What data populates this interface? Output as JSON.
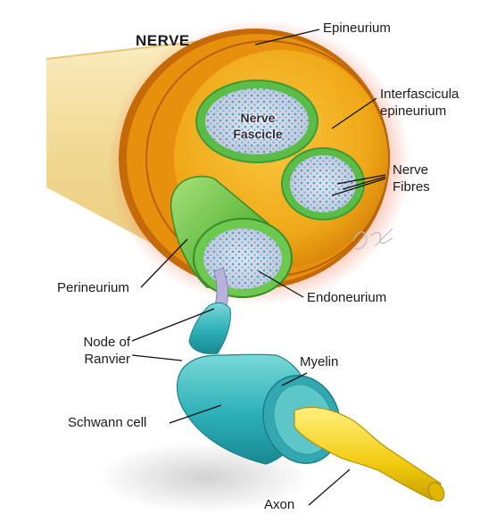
{
  "title": "NERVE",
  "labels": {
    "epineurium": "Epineurium",
    "interfascicular": [
      "Interfascicula",
      "epineurium"
    ],
    "nerve_fascicle": [
      "Nerve",
      "Fascicle"
    ],
    "nerve_fibres": [
      "Nerve",
      "Fibres"
    ],
    "perineurium": "Perineurium",
    "endoneurium": "Endoneurium",
    "node_of_ranvier": [
      "Node of",
      "Ranvier"
    ],
    "myelin": "Myelin",
    "schwann_cell": "Schwann cell",
    "axon": "Axon"
  },
  "colors": {
    "nerve_body": "#f0d890",
    "epineurium": "#f2b224",
    "epineurium_dark": "#d68a10",
    "perineurium": "#7ccf5a",
    "fascicle_fill": "#d6d3e8",
    "fibre_dots": "#41b4c8",
    "schwann_cell": "#2cb8c0",
    "axon": "#f5d010",
    "glow": "#f07050"
  }
}
